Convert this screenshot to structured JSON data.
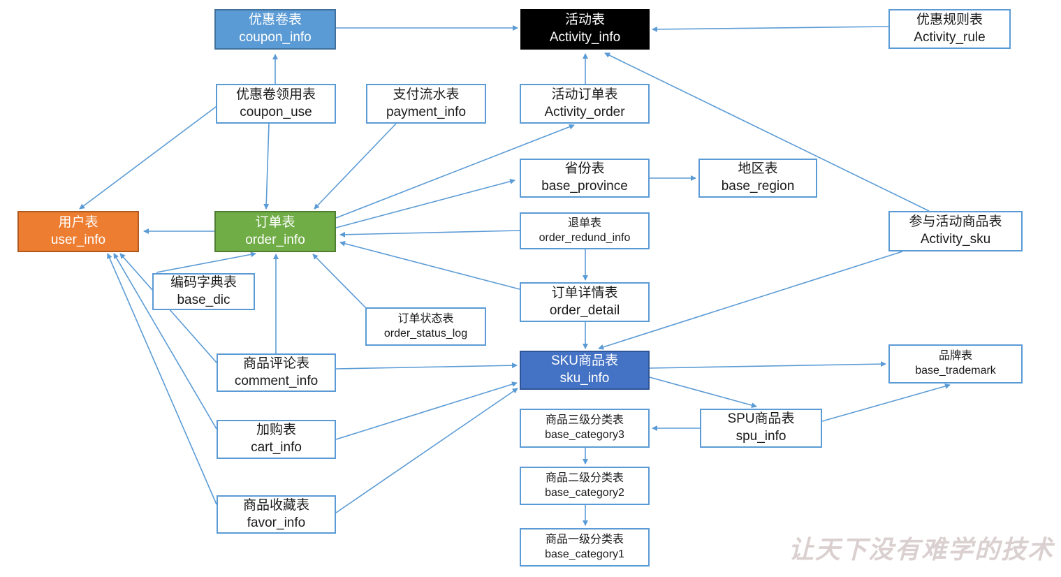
{
  "watermark": "让天下没有难学的技术",
  "colors": {
    "line": "#5B9BD5",
    "white_box_border": "#5B9BD5",
    "coupon_info_fill": "#5B9BD5",
    "sku_info_fill": "#4472C4",
    "activity_info_fill": "#000000",
    "user_info_fill": "#ED7D31",
    "order_info_fill": "#70AD47",
    "watermark_color": "#DAD0CF"
  },
  "nodes": {
    "coupon_info": {
      "cn": "优惠卷表",
      "en": "coupon_info"
    },
    "activity_info": {
      "cn": "活动表",
      "en": "Activity_info"
    },
    "activity_rule": {
      "cn": "优惠规则表",
      "en": "Activity_rule"
    },
    "coupon_use": {
      "cn": "优惠卷领用表",
      "en": "coupon_use"
    },
    "payment_info": {
      "cn": "支付流水表",
      "en": "payment_info"
    },
    "activity_order": {
      "cn": "活动订单表",
      "en": "Activity_order"
    },
    "base_province": {
      "cn": "省份表",
      "en": "base_province"
    },
    "base_region": {
      "cn": "地区表",
      "en": "base_region"
    },
    "user_info": {
      "cn": "用户表",
      "en": "user_info"
    },
    "order_info": {
      "cn": "订单表",
      "en": "order_info"
    },
    "order_redund_info": {
      "cn": "退单表",
      "en": "order_redund_info"
    },
    "activity_sku": {
      "cn": "参与活动商品表",
      "en": "Activity_sku"
    },
    "base_dic": {
      "cn": "编码字典表",
      "en": "base_dic"
    },
    "order_detail": {
      "cn": "订单详情表",
      "en": "order_detail"
    },
    "order_status_log": {
      "cn": "订单状态表",
      "en": "order_status_log"
    },
    "comment_info": {
      "cn": "商品评论表",
      "en": "comment_info"
    },
    "sku_info": {
      "cn": "SKU商品表",
      "en": "sku_info"
    },
    "base_trademark": {
      "cn": "品牌表",
      "en": "base_trademark"
    },
    "cart_info": {
      "cn": "加购表",
      "en": "cart_info"
    },
    "base_category3": {
      "cn": "商品三级分类表",
      "en": "base_category3"
    },
    "spu_info": {
      "cn": "SPU商品表",
      "en": "spu_info"
    },
    "base_category2": {
      "cn": "商品二级分类表",
      "en": "base_category2"
    },
    "favor_info": {
      "cn": "商品收藏表",
      "en": "favor_info"
    },
    "base_category1": {
      "cn": "商品一级分类表",
      "en": "base_category1"
    }
  },
  "edges": [
    {
      "from": "coupon_use",
      "to": "coupon_info"
    },
    {
      "from": "coupon_info",
      "to": "activity_info"
    },
    {
      "from": "activity_rule",
      "to": "activity_info"
    },
    {
      "from": "activity_order",
      "to": "activity_info"
    },
    {
      "from": "activity_sku",
      "to": "activity_info"
    },
    {
      "from": "coupon_use",
      "to": "user_info"
    },
    {
      "from": "coupon_use",
      "to": "order_info"
    },
    {
      "from": "payment_info",
      "to": "order_info"
    },
    {
      "from": "order_info",
      "to": "user_info"
    },
    {
      "from": "order_info",
      "to": "activity_order"
    },
    {
      "from": "order_info",
      "to": "base_province"
    },
    {
      "from": "base_province",
      "to": "base_region"
    },
    {
      "from": "order_redund_info",
      "to": "order_info"
    },
    {
      "from": "order_redund_info",
      "to": "order_detail"
    },
    {
      "from": "order_detail",
      "to": "order_info"
    },
    {
      "from": "base_dic",
      "to": "order_info"
    },
    {
      "from": "comment_info",
      "to": "order_info"
    },
    {
      "from": "order_status_log",
      "to": "order_info"
    },
    {
      "from": "comment_info",
      "to": "user_info"
    },
    {
      "from": "cart_info",
      "to": "user_info"
    },
    {
      "from": "favor_info",
      "to": "user_info"
    },
    {
      "from": "comment_info",
      "to": "sku_info"
    },
    {
      "from": "cart_info",
      "to": "sku_info"
    },
    {
      "from": "favor_info",
      "to": "sku_info"
    },
    {
      "from": "order_detail",
      "to": "sku_info"
    },
    {
      "from": "activity_sku",
      "to": "sku_info"
    },
    {
      "from": "sku_info",
      "to": "spu_info"
    },
    {
      "from": "sku_info",
      "to": "base_trademark"
    },
    {
      "from": "sku_info",
      "to": "base_category3"
    },
    {
      "from": "spu_info",
      "to": "base_trademark"
    },
    {
      "from": "spu_info",
      "to": "base_category3"
    },
    {
      "from": "base_category3",
      "to": "base_category2"
    },
    {
      "from": "base_category2",
      "to": "base_category1"
    }
  ]
}
